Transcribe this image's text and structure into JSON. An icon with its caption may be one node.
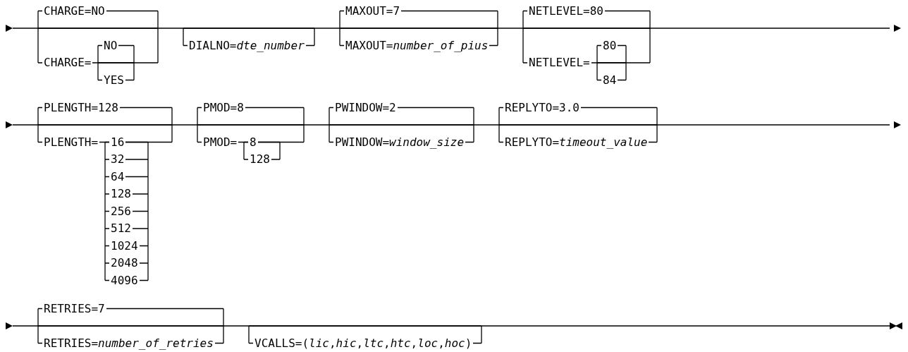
{
  "diagram": {
    "labels": [
      "CHARGE=NO",
      "CHARGE=",
      "NO",
      "YES",
      "DIALNO=*dte_number*",
      "MAXOUT=7",
      "MAXOUT=*number_of_pius*",
      "NETLEVEL=80",
      "NETLEVEL=",
      "80",
      "84",
      "PLENGTH=128",
      "PLENGTH=",
      "16",
      "32",
      "64",
      "128",
      "256",
      "512",
      "1024",
      "2048",
      "4096",
      "PMOD=8",
      "PMOD=",
      "8",
      "128",
      "PWINDOW=2",
      "PWINDOW=*window_size*",
      "REPLYTO=3.0",
      "REPLYTO=*timeout_value*",
      "RETRIES=7",
      "RETRIES=*number_of_retries*",
      "VCALLS=(*lic*,*hic*,*ltc*,*htc*,*loc*,*hoc*)"
    ]
  }
}
